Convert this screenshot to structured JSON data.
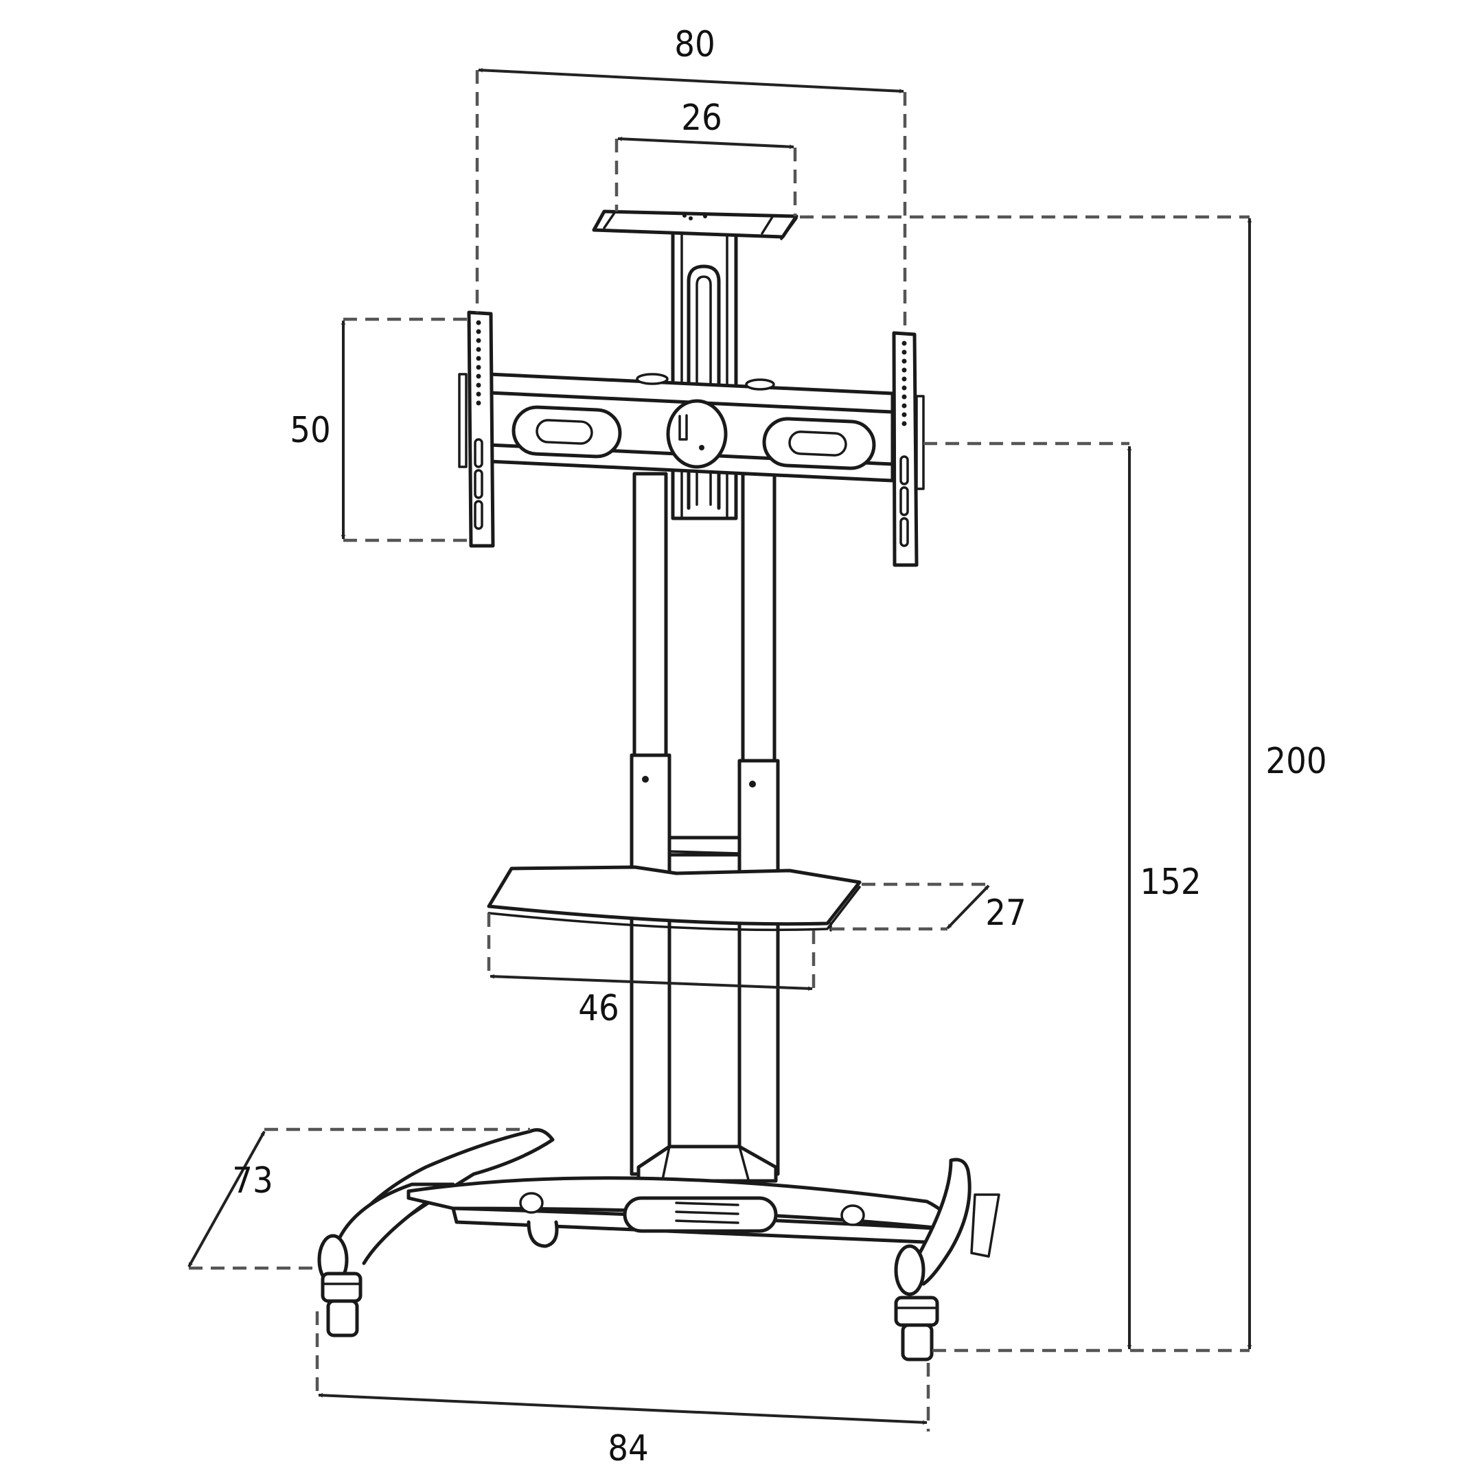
{
  "diagram": {
    "subject": "Mobile TV stand with camera shelf and AV shelf",
    "colors": {
      "line": "#1a1a1a",
      "dimension_dash": "#555555",
      "text": "#111111",
      "background": "#ffffff"
    },
    "dimensions": {
      "overall_width": {
        "label": "80",
        "description": "Mount bracket overall width"
      },
      "top_shelf_width": {
        "label": "26",
        "description": "Top camera shelf width"
      },
      "overall_height": {
        "label": "200",
        "description": "Floor to top shelf height"
      },
      "center_height": {
        "label": "152",
        "description": "Floor to mount center height"
      },
      "bracket_height": {
        "label": "50",
        "description": "Mount bracket vertical rail height"
      },
      "shelf_depth": {
        "label": "27",
        "description": "AV shelf depth"
      },
      "shelf_width": {
        "label": "46",
        "description": "AV shelf width"
      },
      "base_depth": {
        "label": "73",
        "description": "Base depth"
      },
      "base_width": {
        "label": "84",
        "description": "Base width (caster to caster)"
      }
    }
  }
}
